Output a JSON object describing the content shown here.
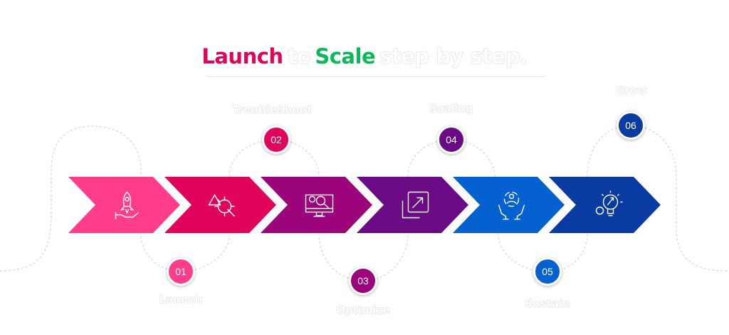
{
  "title": {
    "part1": "Launch",
    "part2": "to",
    "part3": "Scale",
    "part4": "step by step."
  },
  "colors": {
    "launch": "#e0055a",
    "scale": "#0bb85a"
  },
  "steps": [
    {
      "number": "01",
      "label": "Launch",
      "icon": "rocket-hand-icon",
      "color": "#ff3d8b"
    },
    {
      "number": "02",
      "label": "TroubleShoot",
      "icon": "gear-wrench-warning-icon",
      "color": "#e0055a"
    },
    {
      "number": "03",
      "label": "Optimize",
      "icon": "monitor-search-gear-icon",
      "color": "#9c047c"
    },
    {
      "number": "04",
      "label": "Scaling",
      "icon": "resize-arrow-icon",
      "color": "#6a0a85"
    },
    {
      "number": "05",
      "label": "Sustain",
      "icon": "hands-user-cycle-icon",
      "color": "#0560d0"
    },
    {
      "number": "06",
      "label": "Grow",
      "icon": "lightbulb-gear-icon",
      "color": "#0a3ba0"
    }
  ]
}
